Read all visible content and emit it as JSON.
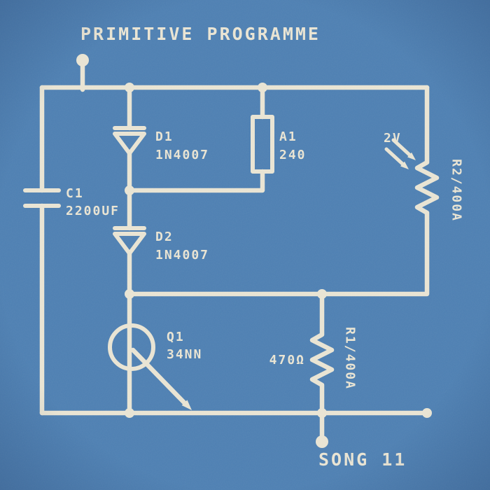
{
  "colors": {
    "background": "#4d7fb2",
    "line": "#e9e4d3"
  },
  "header": {
    "title": "PRIMITIVE PROGRAMME"
  },
  "footer": {
    "song": "SONG 11"
  },
  "components": {
    "c1": {
      "ref": "C1",
      "value": "2200UF"
    },
    "d1": {
      "ref": "D1",
      "value": "1N4007"
    },
    "d2": {
      "ref": "D2",
      "value": "1N4007"
    },
    "a1": {
      "ref": "A1",
      "value": "240"
    },
    "q1": {
      "ref": "Q1",
      "value": "34NN"
    },
    "r2": {
      "ref": "R2/400A",
      "annotation": "2V"
    },
    "r1": {
      "ref": "R1/400A",
      "value": "470Ω"
    }
  }
}
